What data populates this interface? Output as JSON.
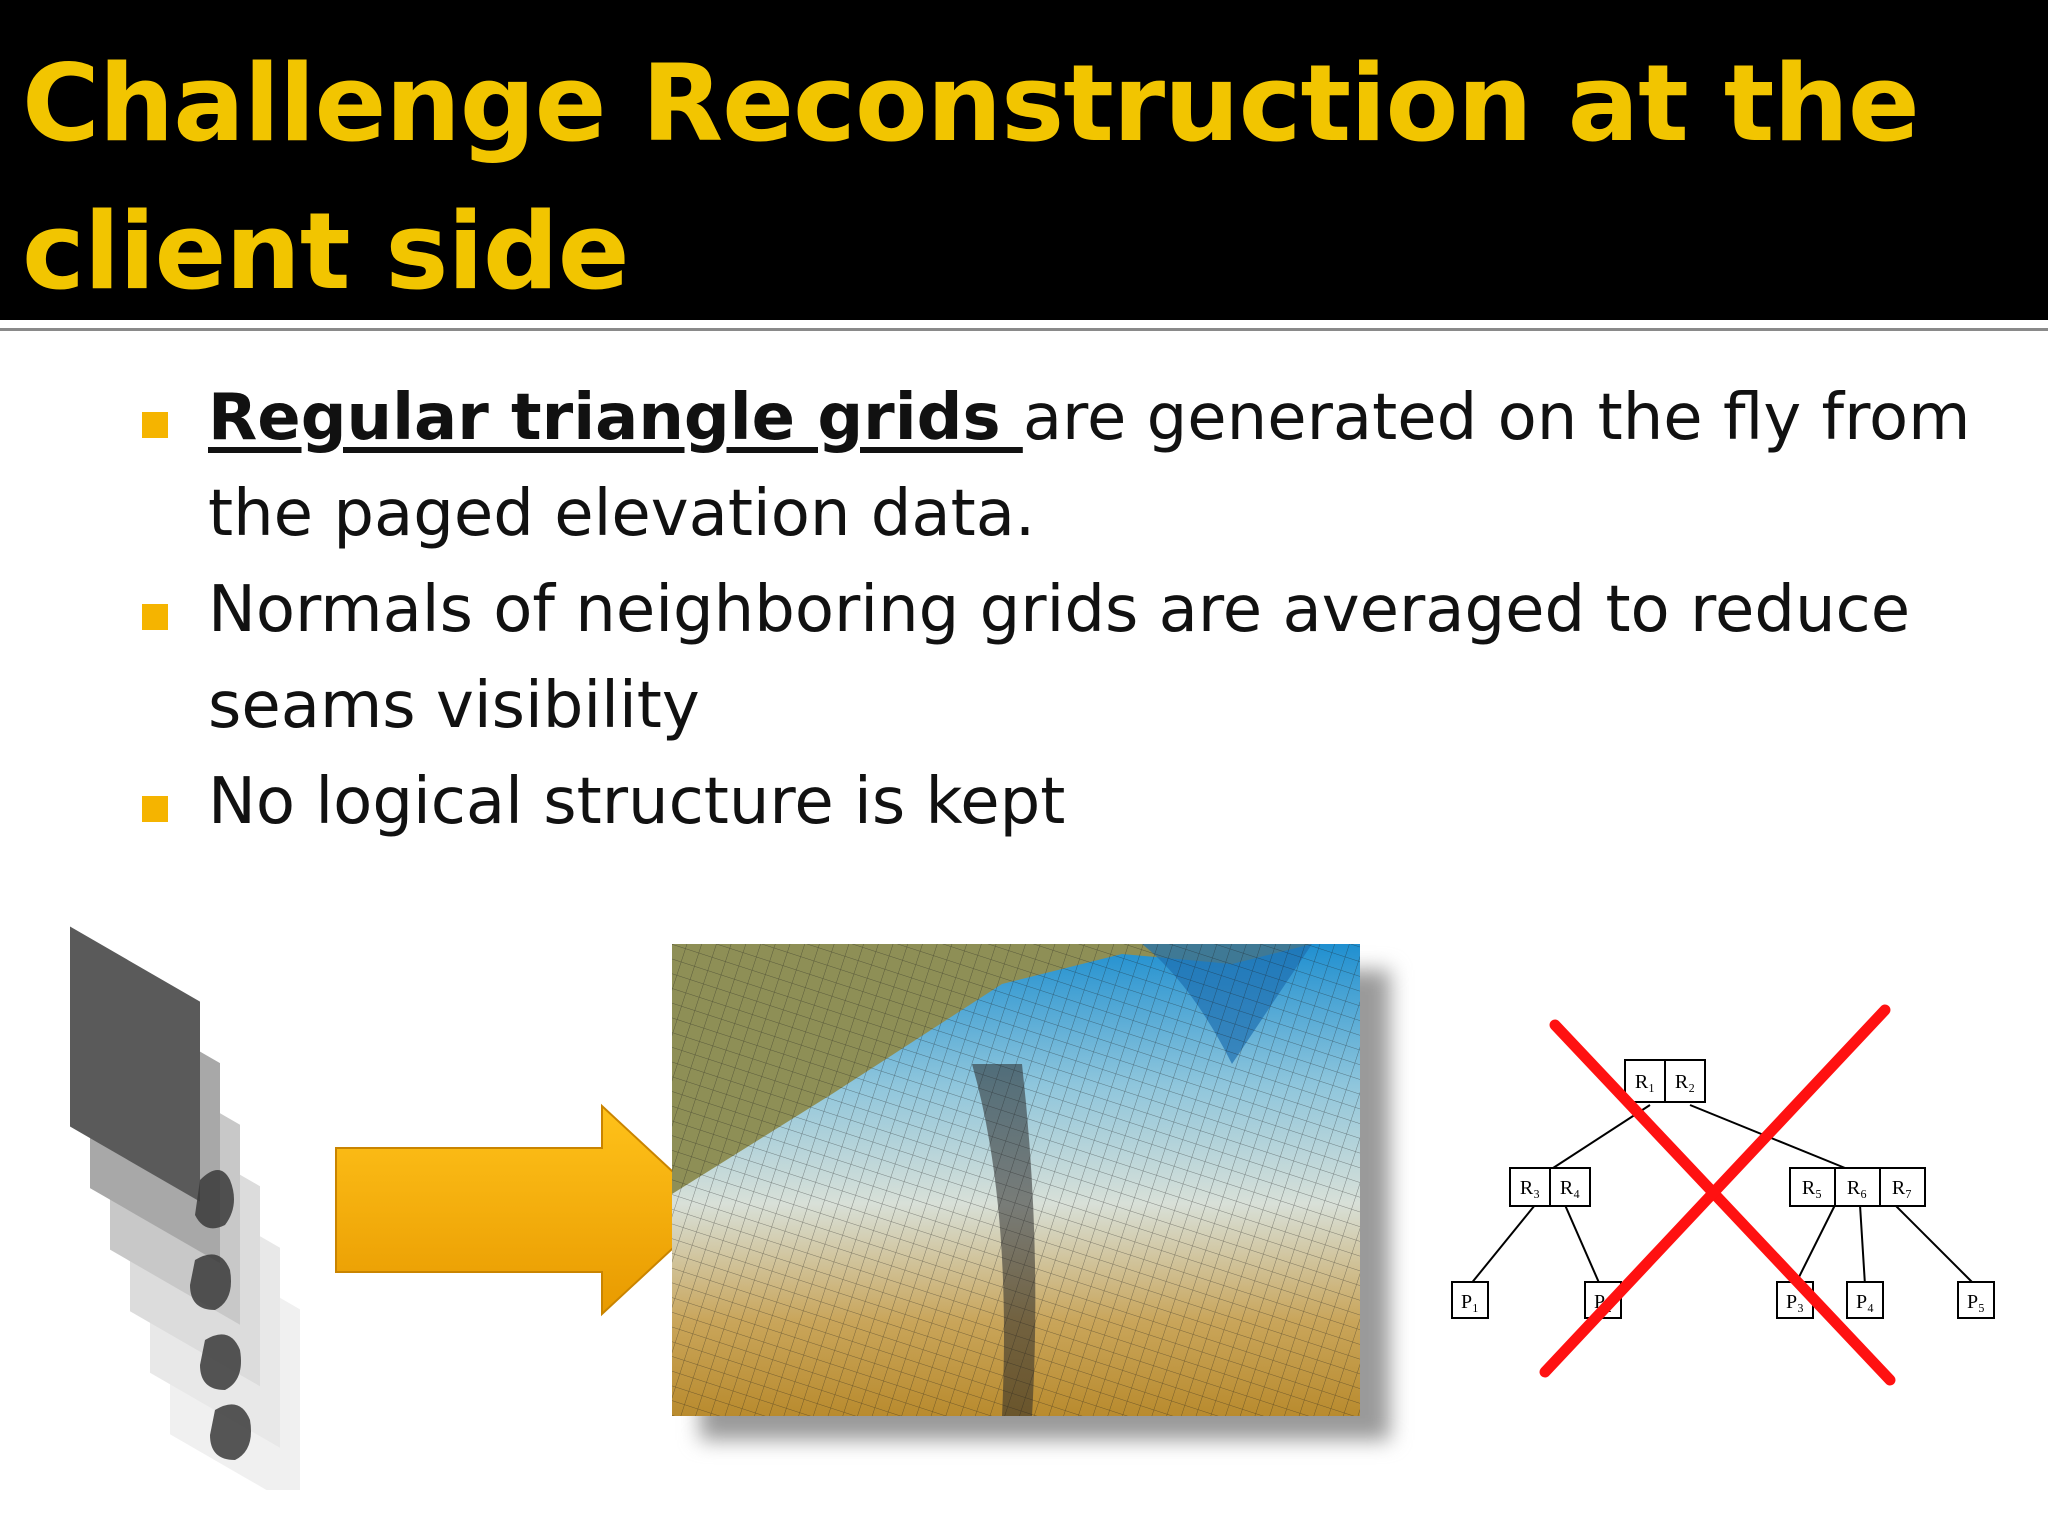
{
  "slide": {
    "title_line1": "Challenge Reconstruction at the",
    "title_line2": "client side"
  },
  "bullets": [
    {
      "bold": "Regular triangle grids ",
      "text": "are generated on the fly from the paged elevation data."
    },
    {
      "text": "Normals of neighboring grids are averaged to reduce seams visibility"
    },
    {
      "text": "No logical structure is kept"
    }
  ],
  "tree": {
    "root": [
      "R₁",
      "R₂"
    ],
    "left": [
      "R₃",
      "R₄"
    ],
    "right": [
      "R₅",
      "R₆",
      "R₇"
    ],
    "leaves": [
      "P₁",
      "P₂",
      "P₃",
      "P₄",
      "P₅"
    ]
  },
  "colors": {
    "title_bg": "#000000",
    "title_text": "#f2c500",
    "bullet_marker": "#f5b400",
    "arrow": "#f5a800",
    "cross": "#ff1111"
  },
  "icons": {
    "arrow": "right-arrow-icon",
    "cross": "cross-out-icon"
  }
}
